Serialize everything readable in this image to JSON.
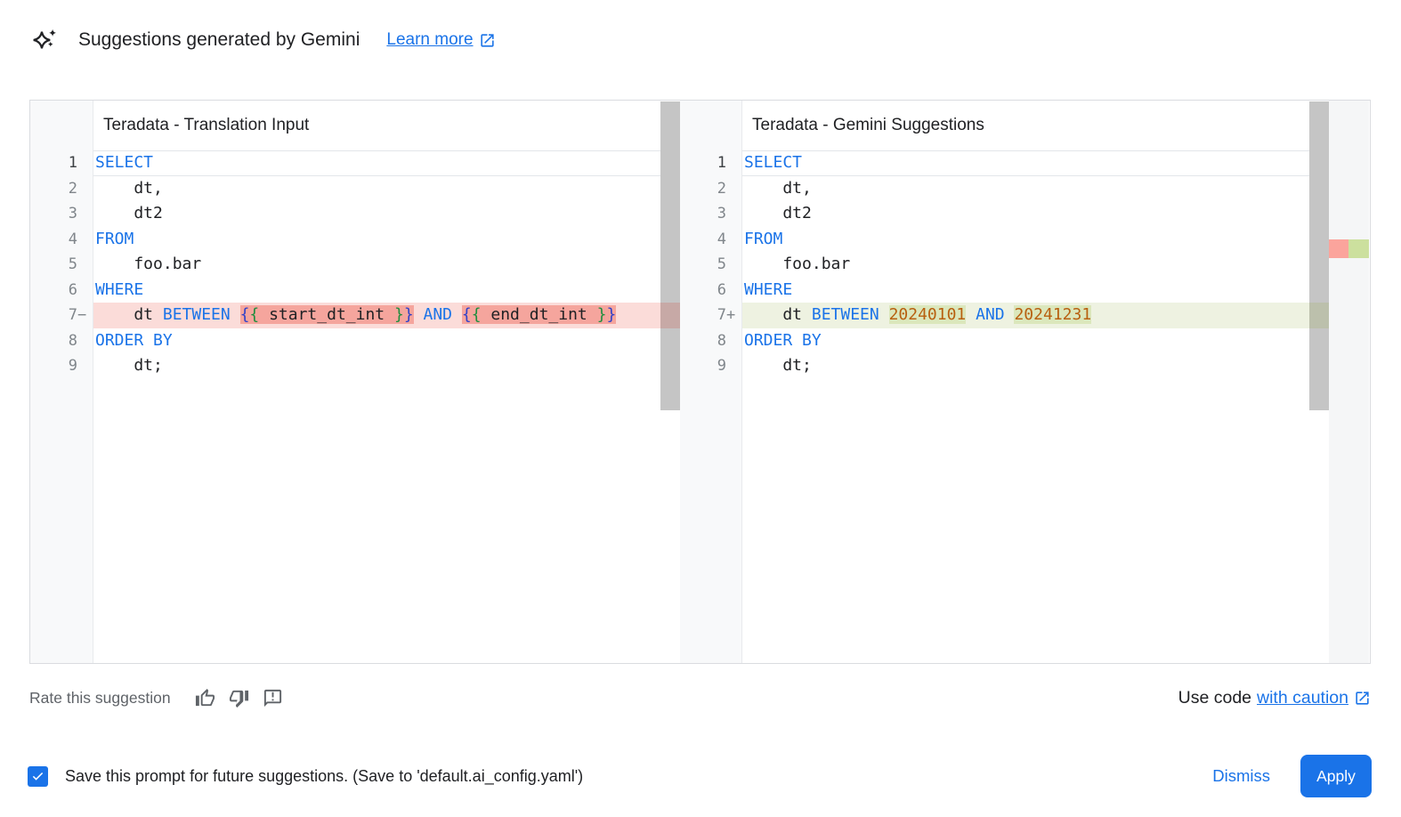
{
  "header": {
    "title": "Suggestions generated by Gemini",
    "learn_more_label": "Learn more"
  },
  "diff": {
    "left": {
      "title": "Teradata - Translation Input",
      "lines": [
        {
          "num": "1",
          "sign": "",
          "type": "active",
          "segs": [
            {
              "t": "SELECT",
              "c": "kw"
            }
          ]
        },
        {
          "num": "2",
          "sign": "",
          "type": "normal",
          "segs": [
            {
              "t": "    dt,",
              "c": "pl"
            }
          ]
        },
        {
          "num": "3",
          "sign": "",
          "type": "normal",
          "segs": [
            {
              "t": "    dt2",
              "c": "pl"
            }
          ]
        },
        {
          "num": "4",
          "sign": "",
          "type": "normal",
          "segs": [
            {
              "t": "FROM",
              "c": "kw"
            }
          ]
        },
        {
          "num": "5",
          "sign": "",
          "type": "normal",
          "segs": [
            {
              "t": "    foo.bar",
              "c": "pl"
            }
          ]
        },
        {
          "num": "6",
          "sign": "",
          "type": "normal",
          "segs": [
            {
              "t": "WHERE",
              "c": "kw"
            }
          ]
        },
        {
          "num": "7",
          "sign": "−",
          "type": "del",
          "segs": [
            {
              "t": "    dt ",
              "c": "pl"
            },
            {
              "t": "BETWEEN",
              "c": "kw"
            },
            {
              "t": " ",
              "c": "pl"
            },
            {
              "t": "{",
              "c": "brb",
              "m": 1
            },
            {
              "t": "{",
              "c": "brg",
              "m": 1
            },
            {
              "t": " start_dt_int ",
              "c": "pl",
              "m": 1
            },
            {
              "t": "}",
              "c": "brg",
              "m": 1
            },
            {
              "t": "}",
              "c": "brb",
              "m": 1
            },
            {
              "t": " ",
              "c": "pl"
            },
            {
              "t": "AND",
              "c": "kw"
            },
            {
              "t": " ",
              "c": "pl"
            },
            {
              "t": "{",
              "c": "brb",
              "m": 1
            },
            {
              "t": "{",
              "c": "brg",
              "m": 1
            },
            {
              "t": " end_dt_int ",
              "c": "pl",
              "m": 1
            },
            {
              "t": "}",
              "c": "brg",
              "m": 1
            },
            {
              "t": "}",
              "c": "brb",
              "m": 1
            }
          ]
        },
        {
          "num": "8",
          "sign": "",
          "type": "normal",
          "segs": [
            {
              "t": "ORDER BY",
              "c": "kw"
            }
          ]
        },
        {
          "num": "9",
          "sign": "",
          "type": "normal",
          "segs": [
            {
              "t": "    dt;",
              "c": "pl"
            }
          ]
        }
      ]
    },
    "right": {
      "title": "Teradata - Gemini Suggestions",
      "lines": [
        {
          "num": "1",
          "sign": "",
          "type": "active",
          "segs": [
            {
              "t": "SELECT",
              "c": "kw"
            }
          ]
        },
        {
          "num": "2",
          "sign": "",
          "type": "normal",
          "segs": [
            {
              "t": "    dt,",
              "c": "pl"
            }
          ]
        },
        {
          "num": "3",
          "sign": "",
          "type": "normal",
          "segs": [
            {
              "t": "    dt2",
              "c": "pl"
            }
          ]
        },
        {
          "num": "4",
          "sign": "",
          "type": "normal",
          "segs": [
            {
              "t": "FROM",
              "c": "kw"
            }
          ]
        },
        {
          "num": "5",
          "sign": "",
          "type": "normal",
          "segs": [
            {
              "t": "    foo.bar",
              "c": "pl"
            }
          ]
        },
        {
          "num": "6",
          "sign": "",
          "type": "normal",
          "segs": [
            {
              "t": "WHERE",
              "c": "kw"
            }
          ]
        },
        {
          "num": "7",
          "sign": "+",
          "type": "add",
          "segs": [
            {
              "t": "    dt ",
              "c": "pl"
            },
            {
              "t": "BETWEEN",
              "c": "kw"
            },
            {
              "t": " ",
              "c": "pl"
            },
            {
              "t": "20240101",
              "c": "num",
              "m": 1
            },
            {
              "t": " ",
              "c": "pl"
            },
            {
              "t": "AND",
              "c": "kw"
            },
            {
              "t": " ",
              "c": "pl"
            },
            {
              "t": "20241231",
              "c": "num",
              "m": 1
            }
          ]
        },
        {
          "num": "8",
          "sign": "",
          "type": "normal",
          "segs": [
            {
              "t": "ORDER BY",
              "c": "kw"
            }
          ]
        },
        {
          "num": "9",
          "sign": "",
          "type": "normal",
          "segs": [
            {
              "t": "    dt;",
              "c": "pl"
            }
          ]
        }
      ]
    }
  },
  "footer": {
    "rate_label": "Rate this suggestion",
    "use_code_prefix": "Use code",
    "use_code_link": "with caution"
  },
  "bottom_bar": {
    "checkbox_checked": true,
    "checkbox_label": "Save this prompt for future suggestions. (Save to 'default.ai_config.yaml')",
    "dismiss_label": "Dismiss",
    "apply_label": "Apply"
  },
  "colors": {
    "accent_blue": "#1a73e8",
    "keyword": "#1a73e8",
    "number": "#b8600f",
    "bracket_outer": "#2f41c9",
    "bracket_inner": "#1e8e3e",
    "removed_line_bg": "#fbdcd9",
    "removed_token_bg": "#f5a59d",
    "added_line_bg": "#eef2e1",
    "added_token_bg": "#dbe7bc",
    "ruler_removed": "#fba49c",
    "ruler_added": "#cce09e",
    "gutter_bg": "#f8f9fa",
    "line_number": "#80868b",
    "scrollbar_thumb": "#c5c5c5"
  }
}
